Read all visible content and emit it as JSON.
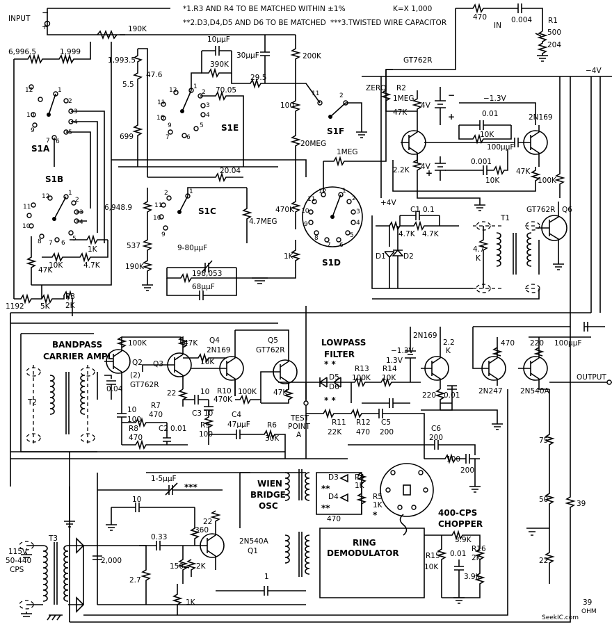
{
  "notes": {
    "matched_r3_r4": "*1.R3 AND R4 TO BE MATCHED WITHIN ±1%",
    "matched_diodes": "**2.D3,D4,D5 AND D6 TO BE MATCHED",
    "twisted_wire": "***3.TWISTED WIRE CAPACITOR",
    "k_factor": "K=X 1,000"
  },
  "ports": {
    "input": "INPUT",
    "input_minus": "−",
    "input_plus": "+",
    "output": "OUTPUT",
    "in": "IN",
    "supply_neg4": "−4V",
    "supply_neg13": "−1.3V",
    "supply_pos4": "+4V",
    "zero": "ZERO"
  },
  "blocks": {
    "bandpass_1": "BANDPASS",
    "bandpass_2": "CARRIER AMPL",
    "lowpass_1": "LOWPASS",
    "lowpass_2": "FILTER",
    "wien_1": "WIEN",
    "wien_2": "BRIDGE",
    "wien_3": "OSC",
    "ring_1": "RING",
    "ring_2": "DEMODULATOR",
    "chopper": "400-CPS",
    "chopper_2": "CHOPPER",
    "power_1": "115V",
    "power_2": "50-440",
    "power_3": "CPS",
    "test_point_1": "TEST",
    "test_point_2": "POINT",
    "test_point_3": "A"
  },
  "switches": {
    "s1a": "S1A",
    "s1b": "S1B",
    "s1c": "S1C",
    "s1d": "S1D",
    "s1e": "S1E",
    "s1f": "S1F"
  },
  "transistors": {
    "q1_type": "2N540A",
    "q1": "Q1",
    "q2": "Q2",
    "q2_type": "(2)",
    "q2_type_b": "GT762R",
    "q3": "Q3",
    "q4": "Q4",
    "q4_type": "2N169",
    "q5": "Q5",
    "q5_type": "GT762R",
    "q6": "Q6",
    "q6_type": "GT762R",
    "gt762r_top": "GT762R",
    "n169_top": "2N169",
    "n169_out": "2N169",
    "n247": "2N247",
    "n540a": "2N540A"
  },
  "components": {
    "r_190k_top": "190K",
    "r_6996": "6,996.5",
    "r_1999": "1,999",
    "r_1993": "1,993.5",
    "r_47_6": "47.6",
    "r_5_5": "5.5",
    "r_699": "699",
    "c_10uuf": "10μμF",
    "r_390k": "390K",
    "c_30uuf": "30μμF",
    "r_200k": "200K",
    "r_29_5": "29.5",
    "r_70_05": "70.05",
    "r_100": "100",
    "r_20meg": "20MEG",
    "r_1meg": "1MEG",
    "r_20_04": "20.04",
    "r_6948": "6,948.9",
    "r_4_7meg": "4.7MEG",
    "r_470k": "470K",
    "r_537": "537",
    "r_190k_bot": "190K",
    "c_9_80": "9-80μμF",
    "r_198053": "198,053",
    "c_68uuf": "68μμF",
    "r_1k_d": "1K",
    "r_1192": "1192",
    "r_5k": "5K",
    "r3": "R3",
    "r3_val": "2K",
    "r_1k_a": "1K",
    "r_10k_a": "10K",
    "r_4_7k_a": "4.7K",
    "r_47k_a": "47K",
    "r_470_top": "470",
    "c_0004": "0.004",
    "r1": "R1",
    "r1_val": "500",
    "r1_204": "204",
    "r2": "R2",
    "r2_val": "1MEG",
    "r_47k_q": "47K",
    "v4_a": "4V",
    "c_001_a": "0.01",
    "r_10k_b": "10K",
    "c_100uuf_a": "100μμF",
    "r_2_2k": "2.2K",
    "v4_b": "4V",
    "c_0001": "0.001",
    "r_10k_c": "10K",
    "r_47k_b": "47K",
    "r_100k_a": "100K",
    "c1": "C1",
    "c1_val": "0.1",
    "r_4_7k_b": "4.7K",
    "r_4_7k_c": "4.7K",
    "d1": "D1",
    "d2": "D2",
    "r_4_7k_d": "4.7",
    "r_4_7k_d2": "K",
    "t1": "T1",
    "r_100k_q2": "100K",
    "r_47k_q3": "47K",
    "r_10k_q4": "10K",
    "c_004": "0.04",
    "r_22": "22",
    "c_10_b": "10",
    "r10": "R10",
    "r10_val": "470K",
    "r_100k_b": "100K",
    "r_47k_c": "47K",
    "r13": "R13",
    "r13_val": "100K",
    "r14": "R14",
    "r14_val": "10K",
    "d5": "D5",
    "d6": "D6",
    "v1_3": "1.3V",
    "r_2_2k_b": "2.2",
    "r_2_2k_b2": "K",
    "r_220_a": "220",
    "c_001_b": "0.01",
    "r_470_b": "470",
    "r_220_b": "220",
    "c_100uuf_b": "100μμF",
    "c_10_c": "10",
    "r_100_c": "100",
    "r7": "R7",
    "r7_val": "470",
    "r8": "R8",
    "r8_val": "470",
    "c2": "C2",
    "c2_val": "0.01",
    "c3": "C3",
    "c3_val": "10",
    "r9": "R9",
    "r9_val": "100",
    "c4": "C4",
    "c4_val": "47μμF",
    "r6": "R6",
    "r6_val": "30K",
    "r11": "R11",
    "r11_val": "22K",
    "r12": "R12",
    "r12_val": "470",
    "c5": "C5",
    "c5_val": "200",
    "c6": "C6",
    "c6_val": "200",
    "r_100_d": "100",
    "c_200_b": "200",
    "r_75": "75",
    "r_50": "50",
    "r_39": "39",
    "r_22_b": "22",
    "r_39_ohm": "39",
    "ohm": "OHM",
    "c_1_5": "1-5μμF",
    "stars": "***",
    "c_10_d": "10",
    "d3": "D3",
    "d4": "D4",
    "r4": "R4",
    "r4_val": "1K",
    "r5": "R5",
    "r5_val": "1K",
    "r_470_c": "470",
    "star": "*",
    "r_22_c": "22",
    "r_360": "360",
    "c_0_33": "0.33",
    "r_150": "150",
    "r_2k_pot": "2K",
    "r_1k_e": "1K",
    "c_2000": "2,000",
    "r_2_7": "2.7",
    "c_1": "1",
    "t2": "T2",
    "t3": "T3",
    "r15": "R15",
    "r15_val": "10K",
    "r_3_9k_a": "3.9K",
    "r16": "R16",
    "r16_val": "2K",
    "c_001_c": "0.01",
    "r_3_9k_b": "3.9K"
  },
  "watermark": "SeekIC.com"
}
